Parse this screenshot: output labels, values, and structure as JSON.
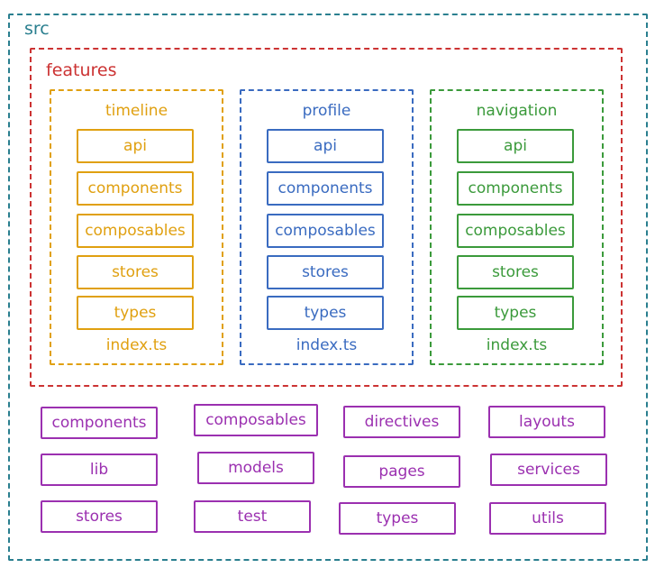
{
  "root": {
    "label": "src",
    "color": "#2a7f8f"
  },
  "features_group": {
    "label": "features",
    "color": "#cc3333"
  },
  "features": [
    {
      "title": "timeline",
      "color": "#e0a010",
      "items": [
        "api",
        "components",
        "composables",
        "stores",
        "types"
      ],
      "index": "index.ts"
    },
    {
      "title": "profile",
      "color": "#3a6bc0",
      "items": [
        "api",
        "components",
        "composables",
        "stores",
        "types"
      ],
      "index": "index.ts"
    },
    {
      "title": "navigation",
      "color": "#3b9a3b",
      "items": [
        "api",
        "components",
        "composables",
        "stores",
        "types"
      ],
      "index": "index.ts"
    }
  ],
  "shared": {
    "color": "#9b30b0",
    "items": [
      "components",
      "composables",
      "directives",
      "layouts",
      "lib",
      "models",
      "pages",
      "services",
      "stores",
      "test",
      "types",
      "utils"
    ]
  }
}
